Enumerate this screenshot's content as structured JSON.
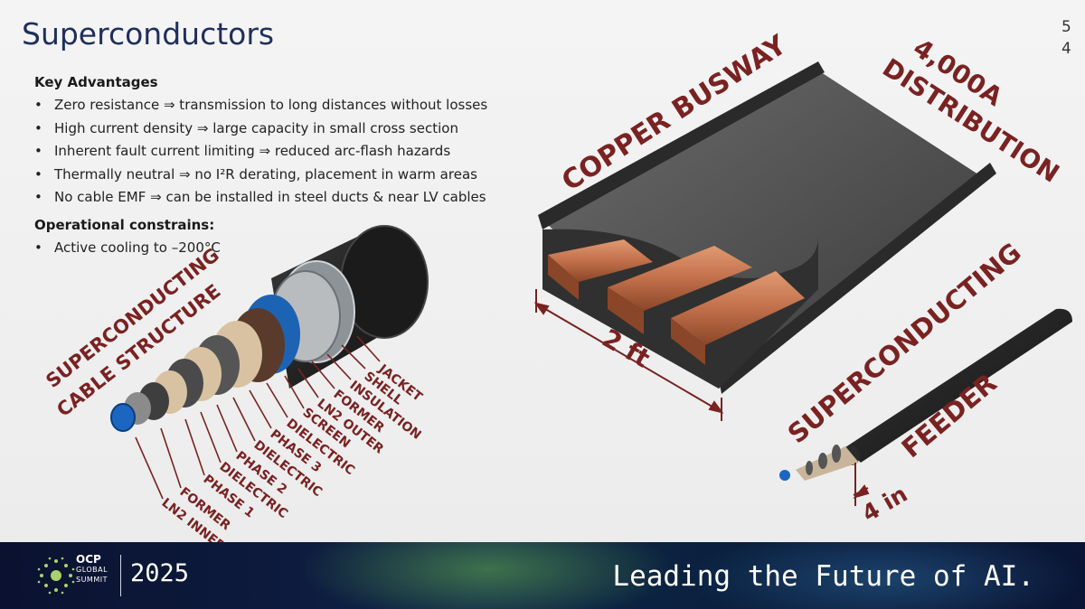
{
  "slide": {
    "title": "Superconductors",
    "page_number": [
      "5",
      "4"
    ],
    "advantages_heading": "Key Advantages",
    "advantages": [
      "Zero resistance ⇒ transmission to long distances without losses",
      "High current density ⇒ large capacity in small cross section",
      "Inherent fault current limiting ⇒ reduced arc-flash hazards",
      "Thermally neutral ⇒ no I²R derating, placement in warm areas",
      "No cable EMF ⇒ can be installed in steel ducts & near LV cables"
    ],
    "constraints_heading": "Operational constrains:",
    "constraints": [
      "Active cooling to –200°C"
    ],
    "bullet_glyph": "•"
  },
  "cable": {
    "title_line1": "SUPERCONDUCTING",
    "title_line2": "CABLE STRUCTURE",
    "layers": [
      "JACKET",
      "SHELL",
      "INSULATION",
      "FORMER",
      "LN2 OUTER",
      "SCREEN",
      "DIELECTRIC",
      "PHASE 3",
      "DIELECTRIC",
      "PHASE 2",
      "DIELECTRIC",
      "PHASE 1",
      "FORMER",
      "LN2 INNER"
    ]
  },
  "busway": {
    "label": "COPPER BUSWAY",
    "rating_line1": "4,000A",
    "rating_line2": "DISTRIBUTION",
    "dimension": "2 ft"
  },
  "feeder": {
    "label_line1": "SUPERCONDUCTING",
    "label_line2": "FEEDER",
    "dimension": "4 in"
  },
  "footer": {
    "logo_icon": "ocp-logo-icon",
    "logo_line1": "OCP",
    "logo_line2": "GLOBAL",
    "logo_line3": "SUMMIT",
    "year": "2025",
    "tagline": "Leading the Future of AI."
  },
  "colors": {
    "title": "#1f2f5c",
    "label": "#7a2222",
    "copper": "#c2704a",
    "footer_bg": "#0d1a3d"
  }
}
